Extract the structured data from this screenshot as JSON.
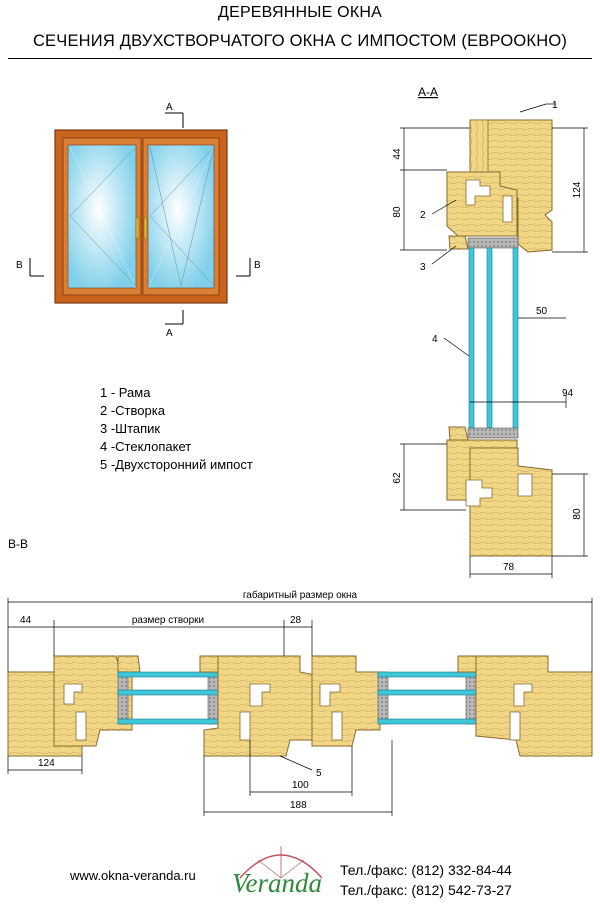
{
  "header": {
    "title": "ДЕРЕВЯННЫЕ ОКНА",
    "subtitle": "СЕЧЕНИЯ  ДВУХСТВОРЧАТОГО ОКНА С ИМПОСТОМ (ЕВРООКНО)"
  },
  "window_view": {
    "section_a": "A",
    "section_b": "B"
  },
  "section_aa": {
    "label": "A-A",
    "callouts": [
      "1",
      "2",
      "3",
      "4"
    ],
    "dims": {
      "d44": "44",
      "d80_top": "80",
      "d124": "124",
      "d50": "50",
      "d94": "94",
      "d62": "62",
      "d80_bottom": "80",
      "d78": "78"
    }
  },
  "legend": {
    "items": [
      "1 - Рама",
      "2 -Створка",
      "3 -Штапик",
      "4 -Стеклопакет",
      "5 -Двухсторонний импост"
    ]
  },
  "section_bb": {
    "label": "B-B",
    "overall": "габаритный размер окна",
    "sash_size": "размер створки",
    "d44": "44",
    "d28": "28",
    "d124": "124",
    "d100": "100",
    "d188": "188",
    "callout5": "5"
  },
  "footer": {
    "url": "www.okna-veranda.ru",
    "logo": "Veranda",
    "phone1": "Тел./факс: (812) 332-84-44",
    "phone2": "Тел./факс: (812) 542-73-27"
  },
  "colors": {
    "wood": "#f1d785",
    "wood_line": "#b0914a",
    "frame": "#c8641e",
    "glass": "#3fc6d8",
    "spacer": "#9a9a9a",
    "brand": "#2e8a3a"
  }
}
